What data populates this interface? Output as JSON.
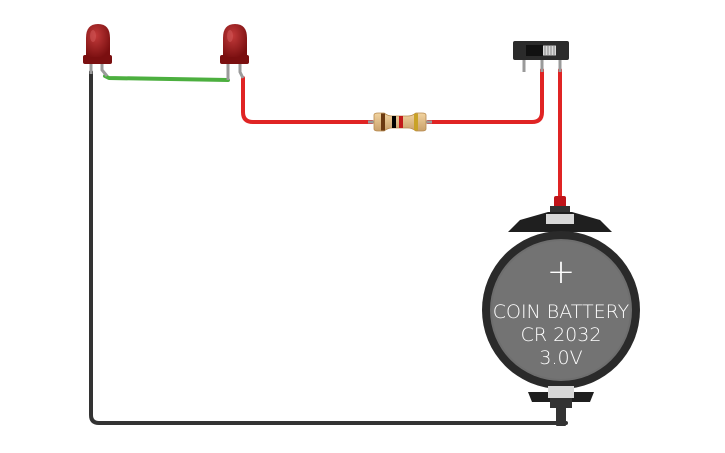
{
  "diagram": {
    "components": {
      "led_1": {
        "type": "led",
        "color": "#8b1113"
      },
      "led_2": {
        "type": "led",
        "color": "#8b1113"
      },
      "slide_switch": {
        "type": "switch"
      },
      "resistor": {
        "type": "resistor",
        "bands": [
          "#6b3a12",
          "#000000",
          "#c21a1a",
          "#c9a227"
        ]
      },
      "battery": {
        "type": "coin-battery",
        "label_line1": "COIN BATTERY",
        "label_line2": "CR 2032",
        "label_line3": "3.0V",
        "positive_symbol": "+"
      }
    },
    "wires": [
      {
        "name": "led1-to-led2",
        "color": "#4caf3f"
      },
      {
        "name": "led2-to-resistor",
        "color": "#e02424"
      },
      {
        "name": "resistor-to-switch",
        "color": "#e02424"
      },
      {
        "name": "switch-to-battery-positive",
        "color": "#e02424"
      },
      {
        "name": "led1-to-battery-negative",
        "color": "#333333"
      }
    ]
  }
}
